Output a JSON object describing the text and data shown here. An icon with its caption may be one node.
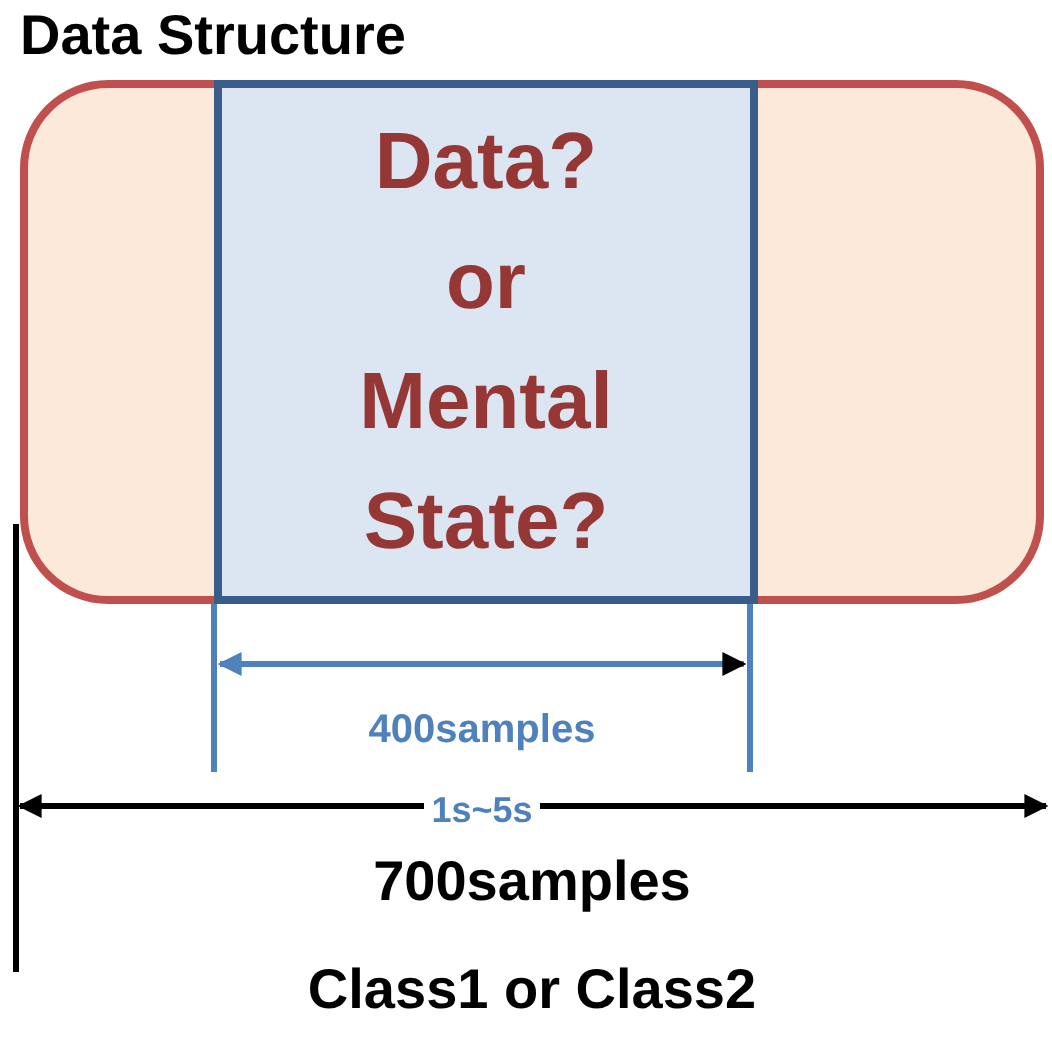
{
  "diagram": {
    "title": "Data Structure",
    "nodes": [
      {
        "text": [],
        "shape": "box"
      },
      {
        "text": [
          "Data? or Mental State?"
        ],
        "in": 0
      }
    ],
    "edges": [],
    "labels": [
      "400samples",
      "1s~5s",
      "700samples",
      "Class1 or Class2"
    ]
  }
}
